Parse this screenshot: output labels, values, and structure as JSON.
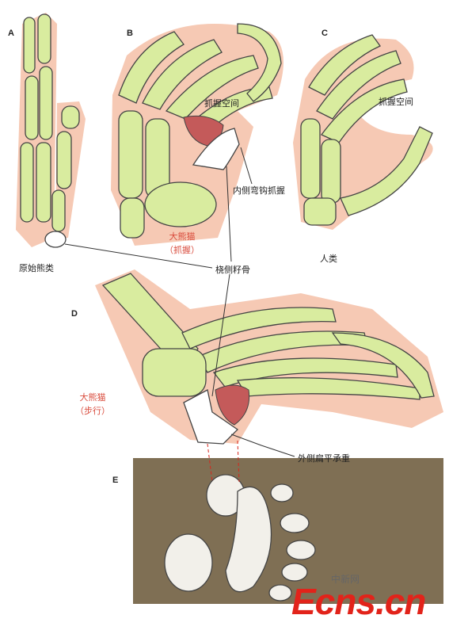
{
  "panels": {
    "a": "A",
    "b": "B",
    "c": "C",
    "d": "D",
    "e": "E"
  },
  "labels": {
    "grasp_space_b": "抓握空间",
    "grasp_space_c": "抓握空间",
    "medial_hook_grip": "内侧弯钩抓握",
    "primitive_bears": "原始熊类",
    "panda_grasp_line1": "大熊猫",
    "panda_grasp_line2": "（抓握）",
    "human": "人类",
    "radial_sesamoid": "桡侧籽骨",
    "panda_walk_line1": "大熊猫",
    "panda_walk_line2": "（步行）",
    "lateral_flat_bearing": "外侧扁平承重"
  },
  "watermark": {
    "logo": "Ecns.cn",
    "sub": "中新网"
  },
  "colors": {
    "bone": "#d9ec9f",
    "bone_outline": "#444444",
    "skin": "#f6c9b4",
    "sesamoid": "#ffffff",
    "muscle": "#c45a5a",
    "label_red": "#d94b3c",
    "fur": "#8a7a5c"
  }
}
